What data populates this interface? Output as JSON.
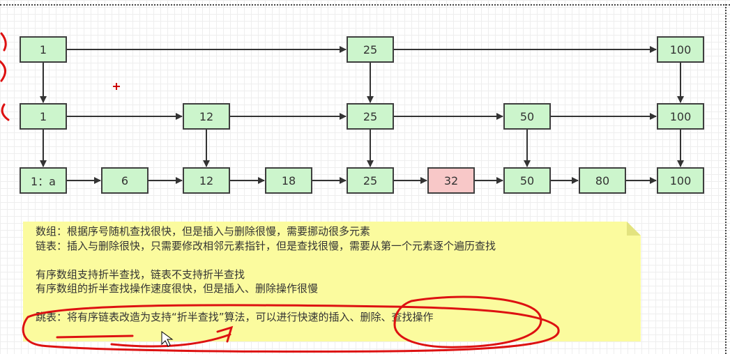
{
  "diagram": {
    "levels": [
      {
        "name": "level-2",
        "nodes": [
          {
            "id": "l2-1",
            "label": "1"
          },
          {
            "id": "l2-25",
            "label": "25"
          },
          {
            "id": "l2-100",
            "label": "100"
          }
        ]
      },
      {
        "name": "level-1",
        "nodes": [
          {
            "id": "l1-1",
            "label": "1"
          },
          {
            "id": "l1-12",
            "label": "12"
          },
          {
            "id": "l1-25",
            "label": "25"
          },
          {
            "id": "l1-50",
            "label": "50"
          },
          {
            "id": "l1-100",
            "label": "100"
          }
        ]
      },
      {
        "name": "level-0",
        "nodes": [
          {
            "id": "l0-1",
            "label": "1：a"
          },
          {
            "id": "l0-6",
            "label": "6"
          },
          {
            "id": "l0-12",
            "label": "12"
          },
          {
            "id": "l0-18",
            "label": "18"
          },
          {
            "id": "l0-25",
            "label": "25"
          },
          {
            "id": "l0-32",
            "label": "32",
            "highlight": true
          },
          {
            "id": "l0-50",
            "label": "50"
          },
          {
            "id": "l0-80",
            "label": "80"
          },
          {
            "id": "l0-100",
            "label": "100"
          }
        ]
      }
    ],
    "colors": {
      "node_fill": "#ccf5cc",
      "highlight_fill": "#f8c8c8",
      "node_border": "#3e3e3e",
      "arrow": "#333333",
      "note_fill": "#fbfb9e",
      "annotation_red": "#dd1111"
    }
  },
  "note": {
    "lines": [
      "数组：根据序号随机查找很快，但是插入与删除很慢，需要挪动很多元素",
      "链表：插入与删除很快，只需要修改相邻元素指针，但是查找很慢，需要从第一个元素逐个遍历查找",
      "",
      "有序数组支持折半查找，链表不支持折半查找",
      "有序数组的折半查找操作速度很快，但是插入、删除操作很慢",
      "",
      "跳表：将有序链表改造为支持“折半查找”算法，可以进行快速的插入、删除、查找操作"
    ]
  }
}
